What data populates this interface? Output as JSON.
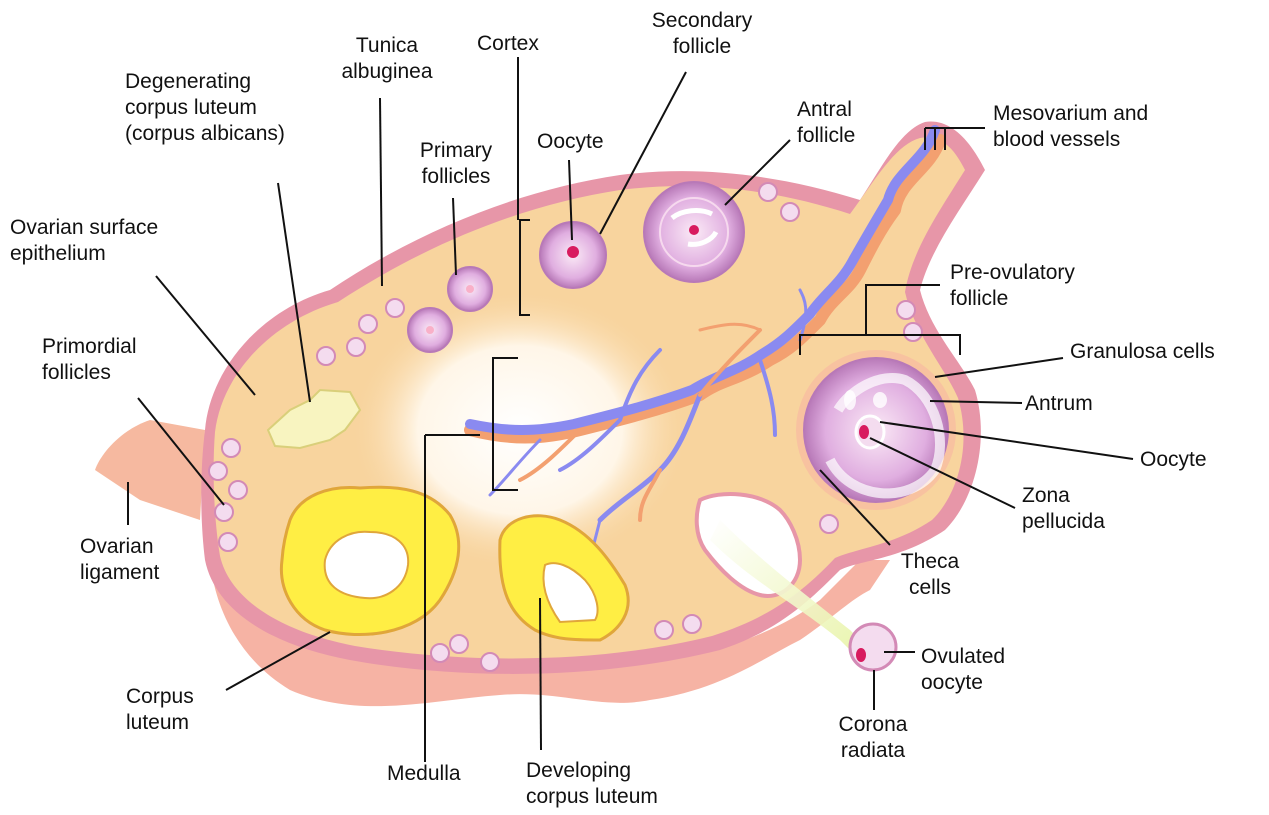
{
  "labels": {
    "cortex": "Cortex",
    "secondary_follicle": "Secondary\nfollicle",
    "tunica_albuginea": "Tunica\nalbuginea",
    "degenerating_corpus_luteum": "Degenerating\ncorpus luteum\n(corpus albicans)",
    "primary_follicles": "Primary\nfollicles",
    "oocyte_top": "Oocyte",
    "antral_follicle": "Antral\nfollicle",
    "mesovarium": "Mesovarium and\nblood vessels",
    "ovarian_surface_epithelium": "Ovarian surface\nepithelium",
    "pre_ovulatory_follicle": "Pre-ovulatory\nfollicle",
    "primordial_follicles": "Primordial\nfollicles",
    "granulosa_cells": "Granulosa cells",
    "antrum": "Antrum",
    "oocyte_right": "Oocyte",
    "zona_pellucida": "Zona\npellucida",
    "ovarian_ligament": "Ovarian\nligament",
    "theca_cells": "Theca\ncells",
    "ovulated_oocyte": "Ovulated\noocyte",
    "corpus_luteum": "Corpus\nluteum",
    "corona_radiata": "Corona\nradiata",
    "medulla": "Medulla",
    "developing_corpus_luteum": "Developing\ncorpus luteum"
  },
  "colors": {
    "stroma": "#f8d49e",
    "capsule_pink": "#e796a8",
    "capsule_dark": "#c0588a",
    "ligament": "#f6b9a0",
    "follicle_purple": "#c989c3",
    "follicle_light": "#f4dcef",
    "oocyte_red": "#d81b5f",
    "corpus_luteum": "#ffee44",
    "corpus_luteum_edge": "#e0a63a",
    "albicans": "#f8f4c0",
    "vein": "#8a8af0",
    "artery": "#f3a070",
    "leader_line": "#111111"
  }
}
